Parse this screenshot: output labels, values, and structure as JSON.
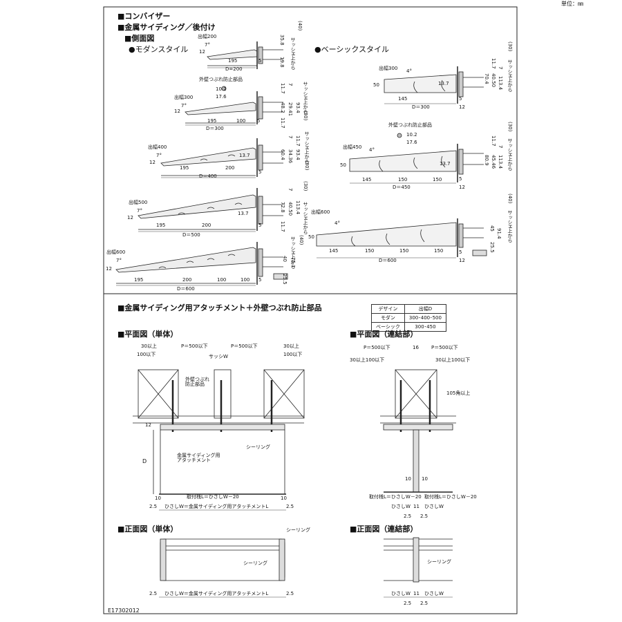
{
  "unit": "単位：㎜",
  "code": "E17302012",
  "section1": {
    "title1": "■コンバイザー",
    "title2": "■金属サイディング／後付け",
    "title3": "■側面図",
    "modern_label": "●モダンスタイル",
    "basic_label": "●ベーシックスタイル",
    "sash_from": "サッシH上から",
    "modern": [
      {
        "width": "出幅200",
        "D": "D=200",
        "dims": [
          "195",
          "5",
          "12",
          "7°"
        ],
        "right": [
          "35.8",
          "19.8",
          "(40)"
        ]
      },
      {
        "width": "出幅300",
        "D": "D＝300",
        "dims": [
          "195",
          "100",
          "5",
          "12",
          "7°"
        ],
        "right": [
          "11.7",
          "48.2",
          "29.41",
          "93.4",
          "11.7",
          "7",
          "(30)"
        ]
      },
      {
        "width": "出幅400",
        "D": "D＝400",
        "dims": [
          "195",
          "200",
          "5",
          "12",
          "7°",
          "13.7"
        ],
        "right": [
          "60.4",
          "34.36",
          "93.4",
          "11.7",
          "7",
          "(30)"
        ]
      },
      {
        "width": "出幅500",
        "D": "D＝500",
        "dims": [
          "195",
          "200",
          "13.7",
          "5",
          "12",
          "7°"
        ],
        "right": [
          "72.8",
          "40.50",
          "113.4",
          "11.7",
          "7",
          "(30)"
        ]
      },
      {
        "width": "出幅600",
        "D": "D＝600",
        "dims": [
          "195",
          "200",
          "100",
          "100",
          "5",
          "12",
          "7°"
        ],
        "right": [
          "40",
          "75.1",
          "25.5",
          "(40)"
        ]
      }
    ],
    "basic": [
      {
        "width": "出幅300",
        "D": "D＝300",
        "dims": [
          "145",
          "5",
          "12",
          "4°",
          "50",
          "13.7"
        ],
        "right": [
          "70.4",
          "40.50",
          "113.4",
          "11.7",
          "7",
          "(30)"
        ]
      },
      {
        "width": "出幅450",
        "D": "D＝450",
        "dims": [
          "145",
          "150",
          "150",
          "5",
          "12",
          "4°",
          "50",
          "13.7"
        ],
        "right": [
          "80.9",
          "45.46",
          "113.4",
          "11.7",
          "7",
          "(30)"
        ]
      },
      {
        "width": "出幅600",
        "D": "D＝600",
        "dims": [
          "145",
          "150",
          "150",
          "150",
          "5",
          "12",
          "4°",
          "50"
        ],
        "right": [
          "45",
          "91.4",
          "25.5",
          "(40)"
        ]
      }
    ],
    "prevent_part": "外壁つぶれ防止部品",
    "prevent_dims": [
      "10.2",
      "17.6"
    ]
  },
  "section2": {
    "title": "■金属サイディング用アタッチメント＋外壁つぶれ防止部品",
    "table": {
      "headers": [
        "デザイン",
        "出幅D"
      ],
      "rows": [
        [
          "モダン",
          "300･400･500"
        ],
        [
          "ベーシック",
          "300･450"
        ]
      ]
    },
    "plan_single": {
      "title": "■平面図（単体）",
      "top_dims": [
        "30以上",
        "100以下",
        "P＝500以下",
        "P＝500以下",
        "30以上",
        "100以下",
        "サッシW"
      ],
      "prevent": "外壁つぶれ\n防止部品",
      "sealing": "シーリング",
      "attach": "金属サイディング用\nアタッチメント",
      "D": "D",
      "dim12": "12",
      "bottom": [
        "10",
        "取付桟L＝ひさしW－20",
        "10",
        "2.5",
        "ひさしW＝金属サイディング用アタッチメントL",
        "2.5"
      ]
    },
    "plan_joint": {
      "title": "■平面図（連結部）",
      "top_dims": [
        "P＝500以下",
        "16",
        "P＝500以下",
        "30以上100以下",
        "30以上100以下"
      ],
      "note": "105角以上",
      "bottom": [
        "10",
        "10",
        "取付桟L＝ひさしW－20",
        "取付桟L＝ひさしW－20",
        "ひさしW",
        "11",
        "ひさしW",
        "2.5",
        "2.5"
      ]
    },
    "front_single": {
      "title": "■正面図（単体）",
      "sealing1": "シーリング",
      "sealing2": "シーリング",
      "bottom": [
        "2.5",
        "ひさしW＝金属サイディング用アタッチメントL",
        "2.5"
      ]
    },
    "front_joint": {
      "title": "■正面図（連結部）",
      "sealing": "シーリング",
      "bottom": [
        "ひさしW",
        "11",
        "ひさしW",
        "2.5",
        "2.5"
      ]
    }
  }
}
